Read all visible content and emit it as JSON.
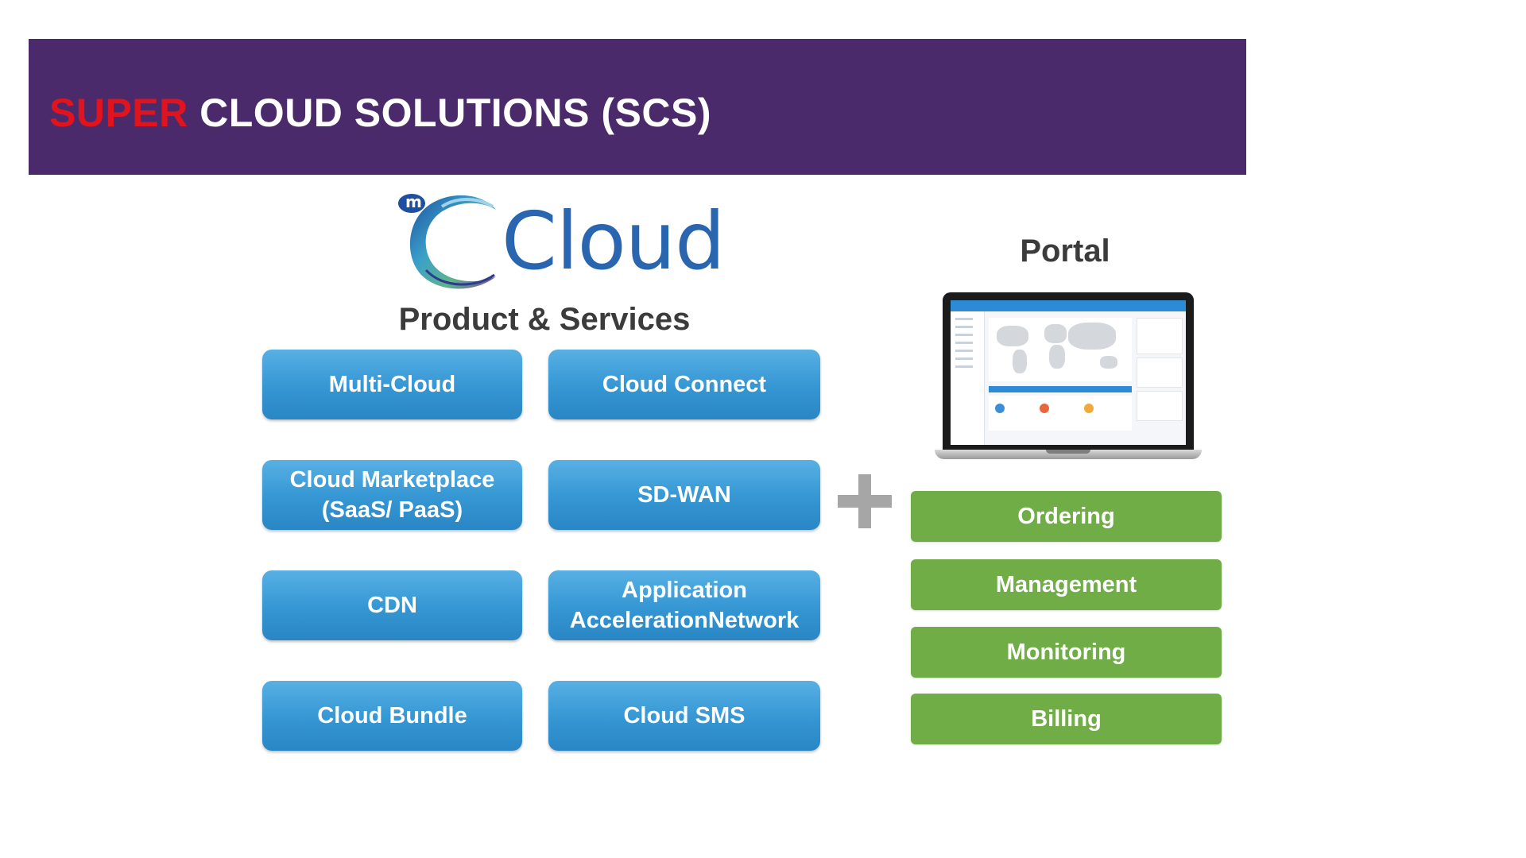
{
  "header": {
    "title_accent": "SUPER",
    "title_rest": " CLOUD SOLUTIONS (SCS)",
    "accent_color": "#e0141e",
    "background_color": "#4a2a6b"
  },
  "logo": {
    "text": "Cloud",
    "prefix": "m"
  },
  "products": {
    "title": "Product & Services",
    "items": [
      {
        "label": "Multi-Cloud"
      },
      {
        "label": "Cloud Connect"
      },
      {
        "label": "Cloud Marketplace\n(SaaS/ PaaS)"
      },
      {
        "label": "SD-WAN"
      },
      {
        "label": "CDN"
      },
      {
        "label": "Application\nAccelerationNetwork"
      },
      {
        "label": "Cloud Bundle"
      },
      {
        "label": "Cloud SMS"
      }
    ],
    "color": "#3496d3"
  },
  "portal": {
    "title": "Portal",
    "features": [
      {
        "label": "Ordering"
      },
      {
        "label": "Management"
      },
      {
        "label": "Monitoring"
      },
      {
        "label": "Billing"
      }
    ],
    "color": "#70ad47"
  },
  "icons": {
    "plus": "plus-icon",
    "laptop": "laptop-icon",
    "logo": "mcloud-logo"
  }
}
